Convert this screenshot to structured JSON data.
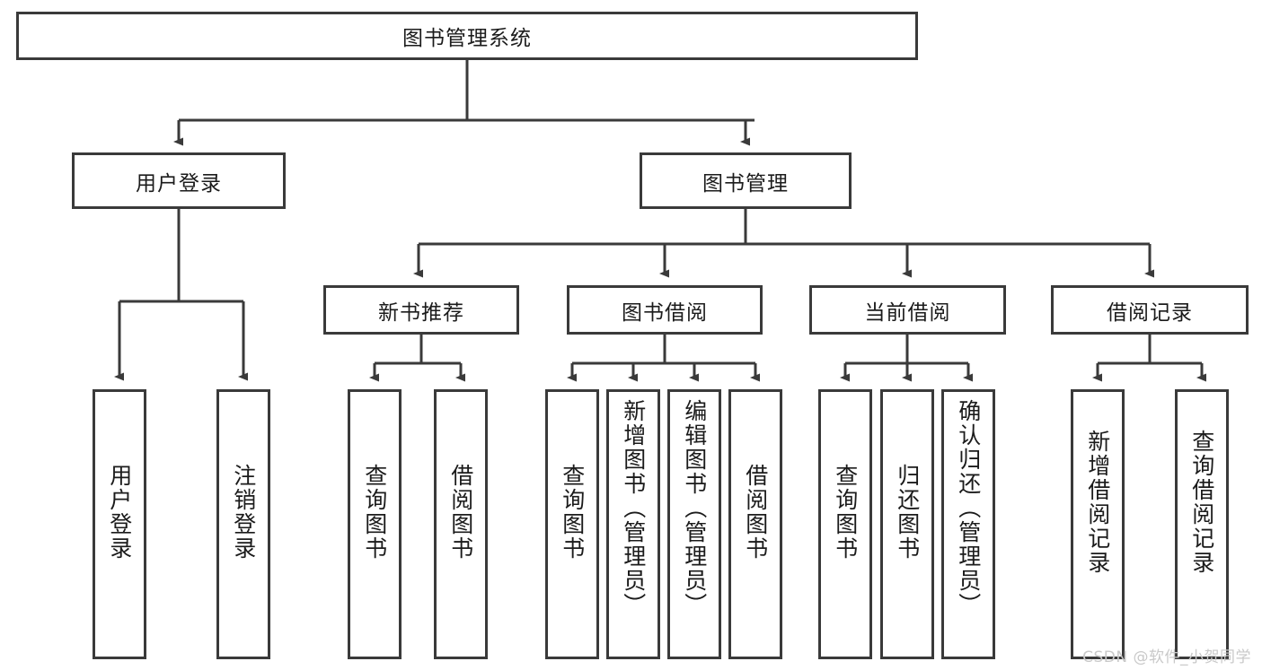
{
  "diagram": {
    "title": "图书管理系统",
    "type": "tree-hierarchy-chart",
    "watermark": "CSDN @软件_小贺同学",
    "colors": {
      "stroke": "#3a3a3a",
      "fill": "#ffffff",
      "text": "#1b1b1b",
      "watermark": "#c9c9c9"
    },
    "root": {
      "label": "图书管理系统"
    },
    "level2": [
      {
        "label": "用户登录"
      },
      {
        "label": "图书管理"
      }
    ],
    "level3": [
      {
        "label": "新书推荐"
      },
      {
        "label": "图书借阅"
      },
      {
        "label": "当前借阅"
      },
      {
        "label": "借阅记录"
      }
    ],
    "leaves": {
      "user_login": [
        {
          "label": "用户登录"
        },
        {
          "label": "注销登录"
        }
      ],
      "new_book_recommend": [
        {
          "label": "查询图书"
        },
        {
          "label": "借阅图书"
        }
      ],
      "book_borrow": [
        {
          "label": "查询图书"
        },
        {
          "label": "新增图书（管理员）"
        },
        {
          "label": "编辑图书（管理员）"
        },
        {
          "label": "借阅图书"
        }
      ],
      "current_borrow": [
        {
          "label": "查询图书"
        },
        {
          "label": "归还图书"
        },
        {
          "label": "确认归还（管理员）"
        }
      ],
      "borrow_record": [
        {
          "label": "新增借阅记录"
        },
        {
          "label": "查询借阅记录"
        }
      ]
    }
  }
}
